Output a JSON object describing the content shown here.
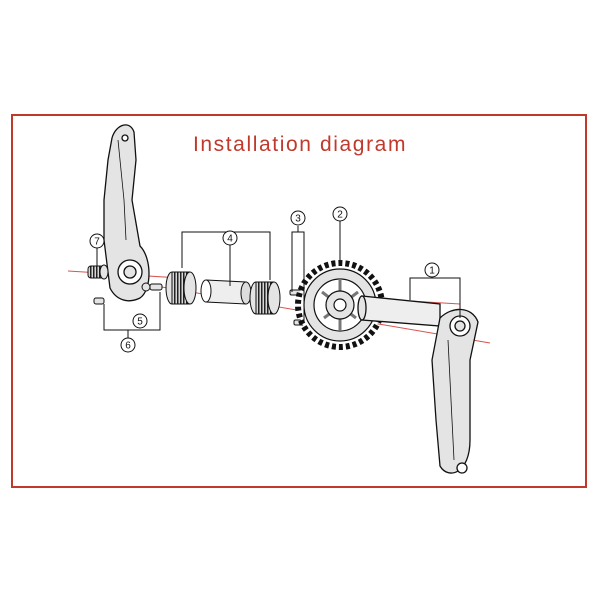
{
  "title": "Installation diagram",
  "colors": {
    "frame": "#c0392b",
    "axis": "#d9534f",
    "ink": "#111111",
    "part_fill": "#e4e4e4"
  },
  "callouts": [
    {
      "id": "1",
      "part": "spindle-crank"
    },
    {
      "id": "2",
      "part": "chainring"
    },
    {
      "id": "3",
      "part": "chainring-bolts"
    },
    {
      "id": "4",
      "part": "bottom-bracket"
    },
    {
      "id": "5",
      "part": "pinch-bolts"
    },
    {
      "id": "6",
      "part": "washers"
    },
    {
      "id": "7",
      "part": "preload-cap"
    }
  ]
}
